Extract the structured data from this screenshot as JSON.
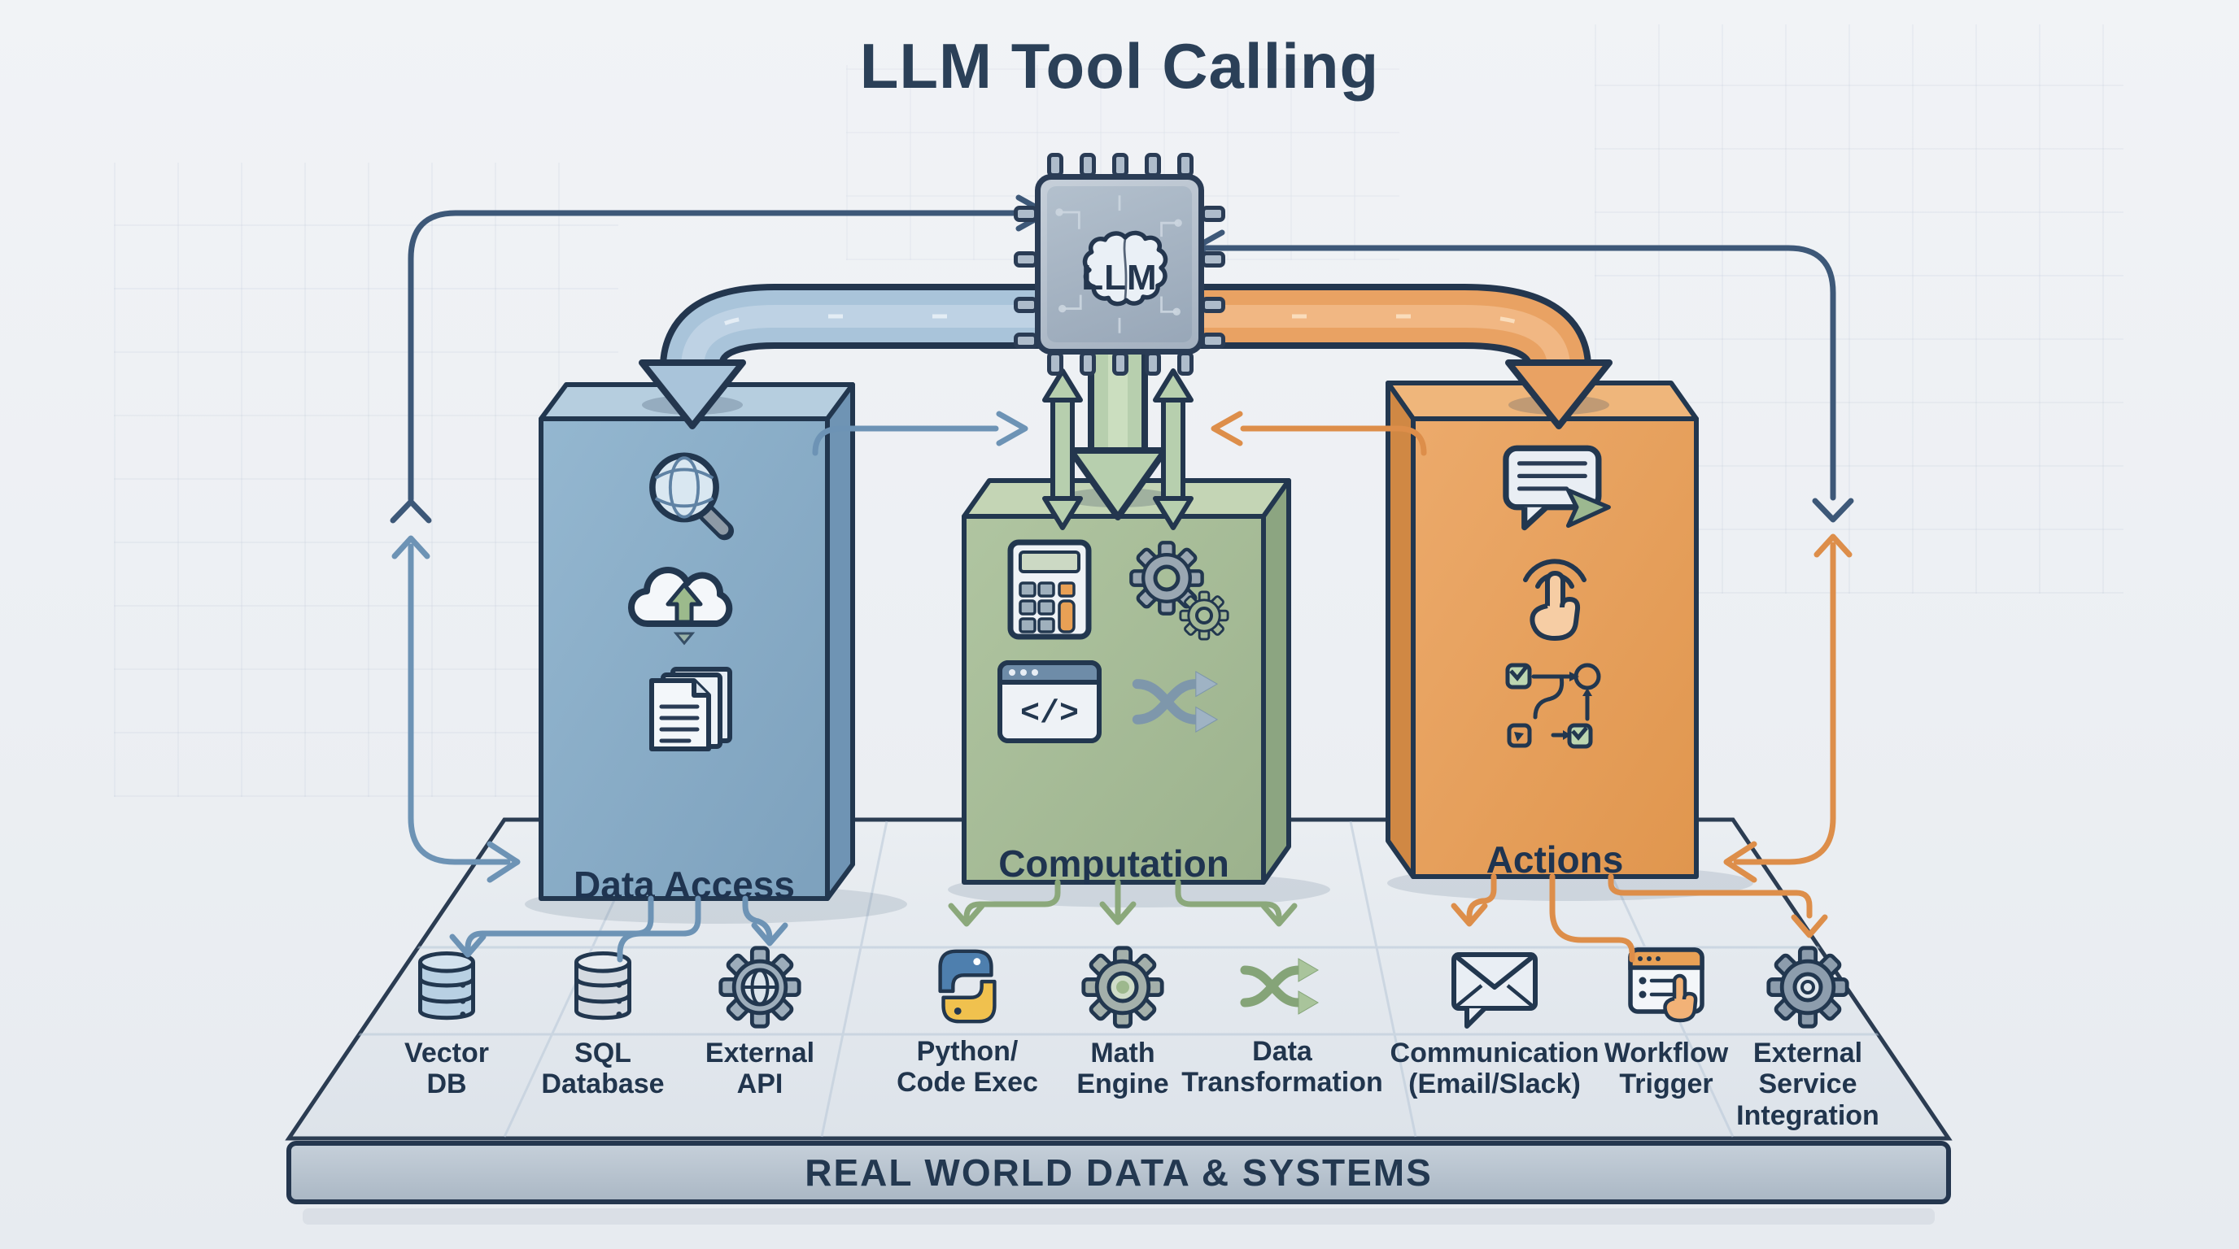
{
  "title": "LLM Tool Calling",
  "chip": {
    "label": "LLM",
    "icon": "brain-chip-icon"
  },
  "pillars": [
    {
      "id": "data-access",
      "label": "Data Access",
      "color": "#8db1cb",
      "icons": [
        "search-globe-icon",
        "cloud-upload-icon",
        "documents-icon"
      ]
    },
    {
      "id": "computation",
      "label": "Computation",
      "color": "#a9bf9a",
      "icons": [
        "calculator-icon",
        "gears-icon",
        "code-window-icon",
        "shuffle-icon"
      ]
    },
    {
      "id": "actions",
      "label": "Actions",
      "color": "#e8a25c",
      "icons": [
        "chat-send-icon",
        "tap-click-icon",
        "mini-workflow-icon"
      ]
    }
  ],
  "bottom_items": [
    {
      "label": "Vector\nDB",
      "icon": "database-cylinder-icon",
      "group": "data-access"
    },
    {
      "label": "SQL\nDatabase",
      "icon": "database-cylinder-icon",
      "group": "data-access"
    },
    {
      "label": "External\nAPI",
      "icon": "gear-globe-icon",
      "group": "data-access"
    },
    {
      "label": "Python/\nCode Exec",
      "icon": "python-icon",
      "group": "computation"
    },
    {
      "label": "Math\nEngine",
      "icon": "gear-icon",
      "group": "computation"
    },
    {
      "label": "Data\nTransformation",
      "icon": "shuffle-icon",
      "group": "computation"
    },
    {
      "label": "Communication\n(Email/Slack)",
      "icon": "envelope-icon",
      "group": "actions"
    },
    {
      "label": "Workflow\nTrigger",
      "icon": "window-hand-icon",
      "group": "actions"
    },
    {
      "label": "External\nService\nIntegration",
      "icon": "gear-icon",
      "group": "actions"
    }
  ],
  "platform": {
    "label": "REAL WORLD DATA & SYSTEMS"
  },
  "flows": [
    {
      "from": "llm-chip",
      "to": "data-access",
      "style": "thick-pipe",
      "color": "#a9c4da"
    },
    {
      "from": "llm-chip",
      "to": "computation",
      "style": "thick-pipe-bidirectional",
      "color": "#b7cfae"
    },
    {
      "from": "llm-chip",
      "to": "actions",
      "style": "thick-pipe",
      "color": "#e9a263"
    },
    {
      "from": "data-access",
      "to": "llm-chip",
      "style": "thin-line",
      "color": "#6d93b5"
    },
    {
      "from": "actions",
      "to": "llm-chip",
      "style": "thin-line",
      "color": "#dd8e4a"
    }
  ],
  "colors": {
    "navy_outline": "#23364e",
    "blue_pillar": "#8db1cb",
    "green_pillar": "#a9bf9a",
    "orange_pillar": "#e8a25c",
    "platform_bar": "#b9c4cf",
    "title_text": "#2b4058"
  }
}
